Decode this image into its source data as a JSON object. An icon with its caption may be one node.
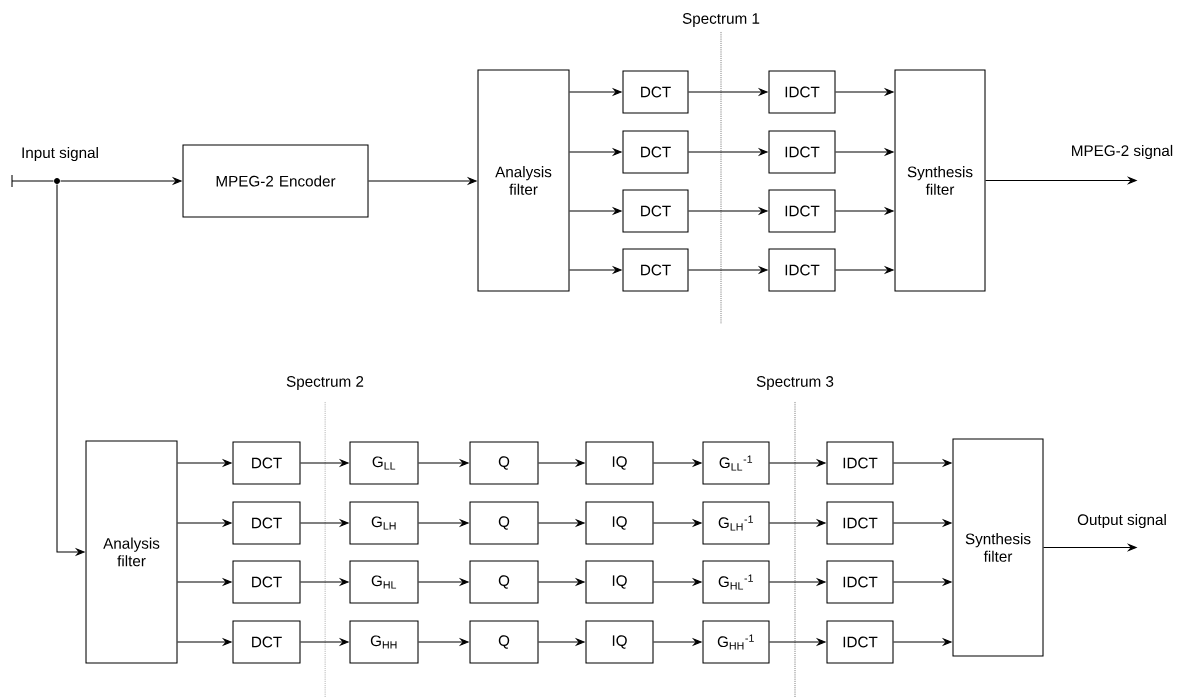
{
  "diagram": {
    "nodes": [
      {
        "text": [],
        "shape": "circle"
      },
      {
        "text": [
          "MPEG-2 Encoder"
        ]
      },
      {
        "text": [
          "Analysis filter"
        ]
      },
      {
        "text": [
          "DCT"
        ]
      },
      {
        "text": [
          "DCT"
        ]
      },
      {
        "text": [
          "DCT"
        ]
      },
      {
        "text": [
          "DCT"
        ]
      },
      {
        "text": [
          "IDCT"
        ]
      },
      {
        "text": [
          "IDCT"
        ]
      },
      {
        "text": [
          "IDCT"
        ]
      },
      {
        "text": [
          "IDCT"
        ]
      },
      {
        "text": [
          "Synthesis filter"
        ]
      },
      {
        "text": [
          "Analysis filter"
        ]
      },
      {
        "text": [
          "DCT"
        ]
      },
      {
        "text": [
          "DCT"
        ]
      },
      {
        "text": [
          "DCT"
        ]
      },
      {
        "text": [
          "DCT"
        ]
      },
      {
        "text": [
          "G$_{LL}$"
        ]
      },
      {
        "text": [
          "G$_{LH}$"
        ]
      },
      {
        "text": [
          "G$_{HL}$"
        ]
      },
      {
        "text": [
          "G$_{HH}$"
        ]
      },
      {
        "text": [
          "Q"
        ]
      },
      {
        "text": [
          "Q"
        ]
      },
      {
        "text": [
          "Q"
        ]
      },
      {
        "text": [
          "Q"
        ]
      },
      {
        "text": [
          "IQ"
        ]
      },
      {
        "text": [
          "IQ"
        ]
      },
      {
        "text": [
          "IQ"
        ]
      },
      {
        "text": [
          "IQ"
        ]
      },
      {
        "text": [
          "G$_{LL}$$^{-1}$"
        ]
      },
      {
        "text": [
          "G$_{LH}$$^{-1}$"
        ]
      },
      {
        "text": [
          "G$_{HL}$$^{-1}$"
        ]
      },
      {
        "text": [
          "G$_{HH}$$^{-1}$"
        ]
      },
      {
        "text": [
          "IDCT"
        ]
      },
      {
        "text": [
          "IDCT"
        ]
      },
      {
        "text": [
          "IDCT"
        ]
      },
      {
        "text": [
          "IDCT"
        ]
      },
      {
        "text": [
          "Synthesis filter"
        ]
      }
    ],
    "edges": [
      {
        "from": null,
        "to": 0,
        "arrow": "none",
        "label": "Input signal"
      },
      {
        "from": 0,
        "to": 1,
        "arrow": "to"
      },
      {
        "from": 1,
        "to": 2,
        "arrow": "to"
      },
      {
        "from": 2,
        "to": 3,
        "arrow": "to"
      },
      {
        "from": 2,
        "to": 4,
        "arrow": "to"
      },
      {
        "from": 2,
        "to": 5,
        "arrow": "to"
      },
      {
        "from": 2,
        "to": 6,
        "arrow": "to"
      },
      {
        "from": 3,
        "to": 7,
        "arrow": "to"
      },
      {
        "from": 4,
        "to": 8,
        "arrow": "to"
      },
      {
        "from": 5,
        "to": 9,
        "arrow": "to"
      },
      {
        "from": 6,
        "to": 10,
        "arrow": "to"
      },
      {
        "from": 7,
        "to": 11,
        "arrow": "to"
      },
      {
        "from": 8,
        "to": 11,
        "arrow": "to"
      },
      {
        "from": 9,
        "to": 11,
        "arrow": "to"
      },
      {
        "from": 10,
        "to": 11,
        "arrow": "to"
      },
      {
        "from": 11,
        "to": null,
        "arrow": "to",
        "label": "MPEG-2 signal"
      },
      {
        "from": 0,
        "to": 12,
        "arrow": "to"
      },
      {
        "from": 12,
        "to": 13,
        "arrow": "to"
      },
      {
        "from": 12,
        "to": 14,
        "arrow": "to"
      },
      {
        "from": 12,
        "to": 15,
        "arrow": "to"
      },
      {
        "from": 12,
        "to": 16,
        "arrow": "to"
      },
      {
        "from": 13,
        "to": 17,
        "arrow": "to"
      },
      {
        "from": 14,
        "to": 18,
        "arrow": "to"
      },
      {
        "from": 15,
        "to": 19,
        "arrow": "to"
      },
      {
        "from": 16,
        "to": 20,
        "arrow": "to"
      },
      {
        "from": 17,
        "to": 21,
        "arrow": "to"
      },
      {
        "from": 18,
        "to": 22,
        "arrow": "to"
      },
      {
        "from": 19,
        "to": 23,
        "arrow": "to"
      },
      {
        "from": 20,
        "to": 24,
        "arrow": "to"
      },
      {
        "from": 21,
        "to": 25,
        "arrow": "to"
      },
      {
        "from": 22,
        "to": 26,
        "arrow": "to"
      },
      {
        "from": 23,
        "to": 27,
        "arrow": "to"
      },
      {
        "from": 24,
        "to": 28,
        "arrow": "to"
      },
      {
        "from": 25,
        "to": 29,
        "arrow": "to"
      },
      {
        "from": 26,
        "to": 30,
        "arrow": "to"
      },
      {
        "from": 27,
        "to": 31,
        "arrow": "to"
      },
      {
        "from": 28,
        "to": 32,
        "arrow": "to"
      },
      {
        "from": 29,
        "to": 33,
        "arrow": "to"
      },
      {
        "from": 30,
        "to": 34,
        "arrow": "to"
      },
      {
        "from": 31,
        "to": 35,
        "arrow": "to"
      },
      {
        "from": 32,
        "to": 36,
        "arrow": "to"
      },
      {
        "from": 33,
        "to": 37,
        "arrow": "to"
      },
      {
        "from": 34,
        "to": 37,
        "arrow": "to"
      },
      {
        "from": 35,
        "to": 37,
        "arrow": "to"
      },
      {
        "from": 36,
        "to": 37,
        "arrow": "to"
      },
      {
        "from": 37,
        "to": null,
        "arrow": "to",
        "label": "Output signal"
      }
    ],
    "labels": [
      "Spectrum 1",
      "Spectrum 2",
      "Spectrum 3"
    ]
  }
}
